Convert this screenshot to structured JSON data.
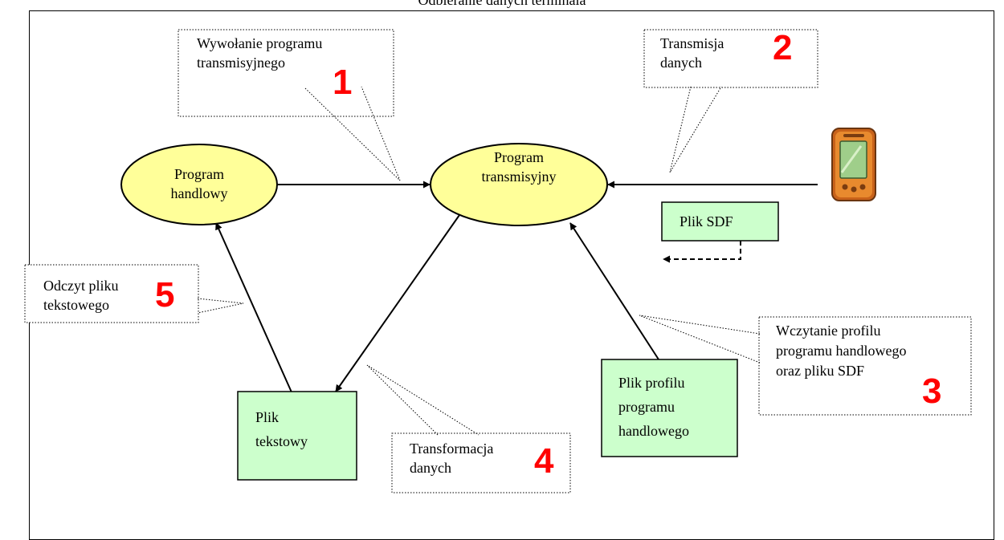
{
  "title": "Odbieranie danych terminala",
  "nodes": {
    "program_handlowy": {
      "line1": "Program",
      "line2": "handlowy"
    },
    "program_transmisyjny": {
      "line1": "Program",
      "line2": "transmisyjny"
    },
    "plik_sdf": {
      "label": "Plik SDF"
    },
    "plik_tekstowy": {
      "line1": "Plik",
      "line2": "tekstowy"
    },
    "plik_profilu": {
      "line1": "Plik profilu",
      "line2": "programu",
      "line3": "handlowego"
    }
  },
  "callouts": {
    "c1": {
      "line1": "Wywołanie programu",
      "line2": "transmisyjnego",
      "number": "1"
    },
    "c2": {
      "line1": "Transmisja",
      "line2": "danych",
      "number": "2"
    },
    "c3": {
      "line1": "Wczytanie profilu",
      "line2": "programu handlowego",
      "line3": "oraz pliku SDF",
      "number": "3"
    },
    "c4": {
      "line1": "Transformacja",
      "line2": "danych",
      "number": "4"
    },
    "c5": {
      "line1": "Odczyt pliku",
      "line2": "tekstowego",
      "number": "5"
    }
  },
  "device": {
    "icon": "pda-terminal-icon"
  },
  "colors": {
    "ellipse_fill": "#ffff99",
    "box_fill": "#ccffcc",
    "number_color": "#ff0000"
  }
}
